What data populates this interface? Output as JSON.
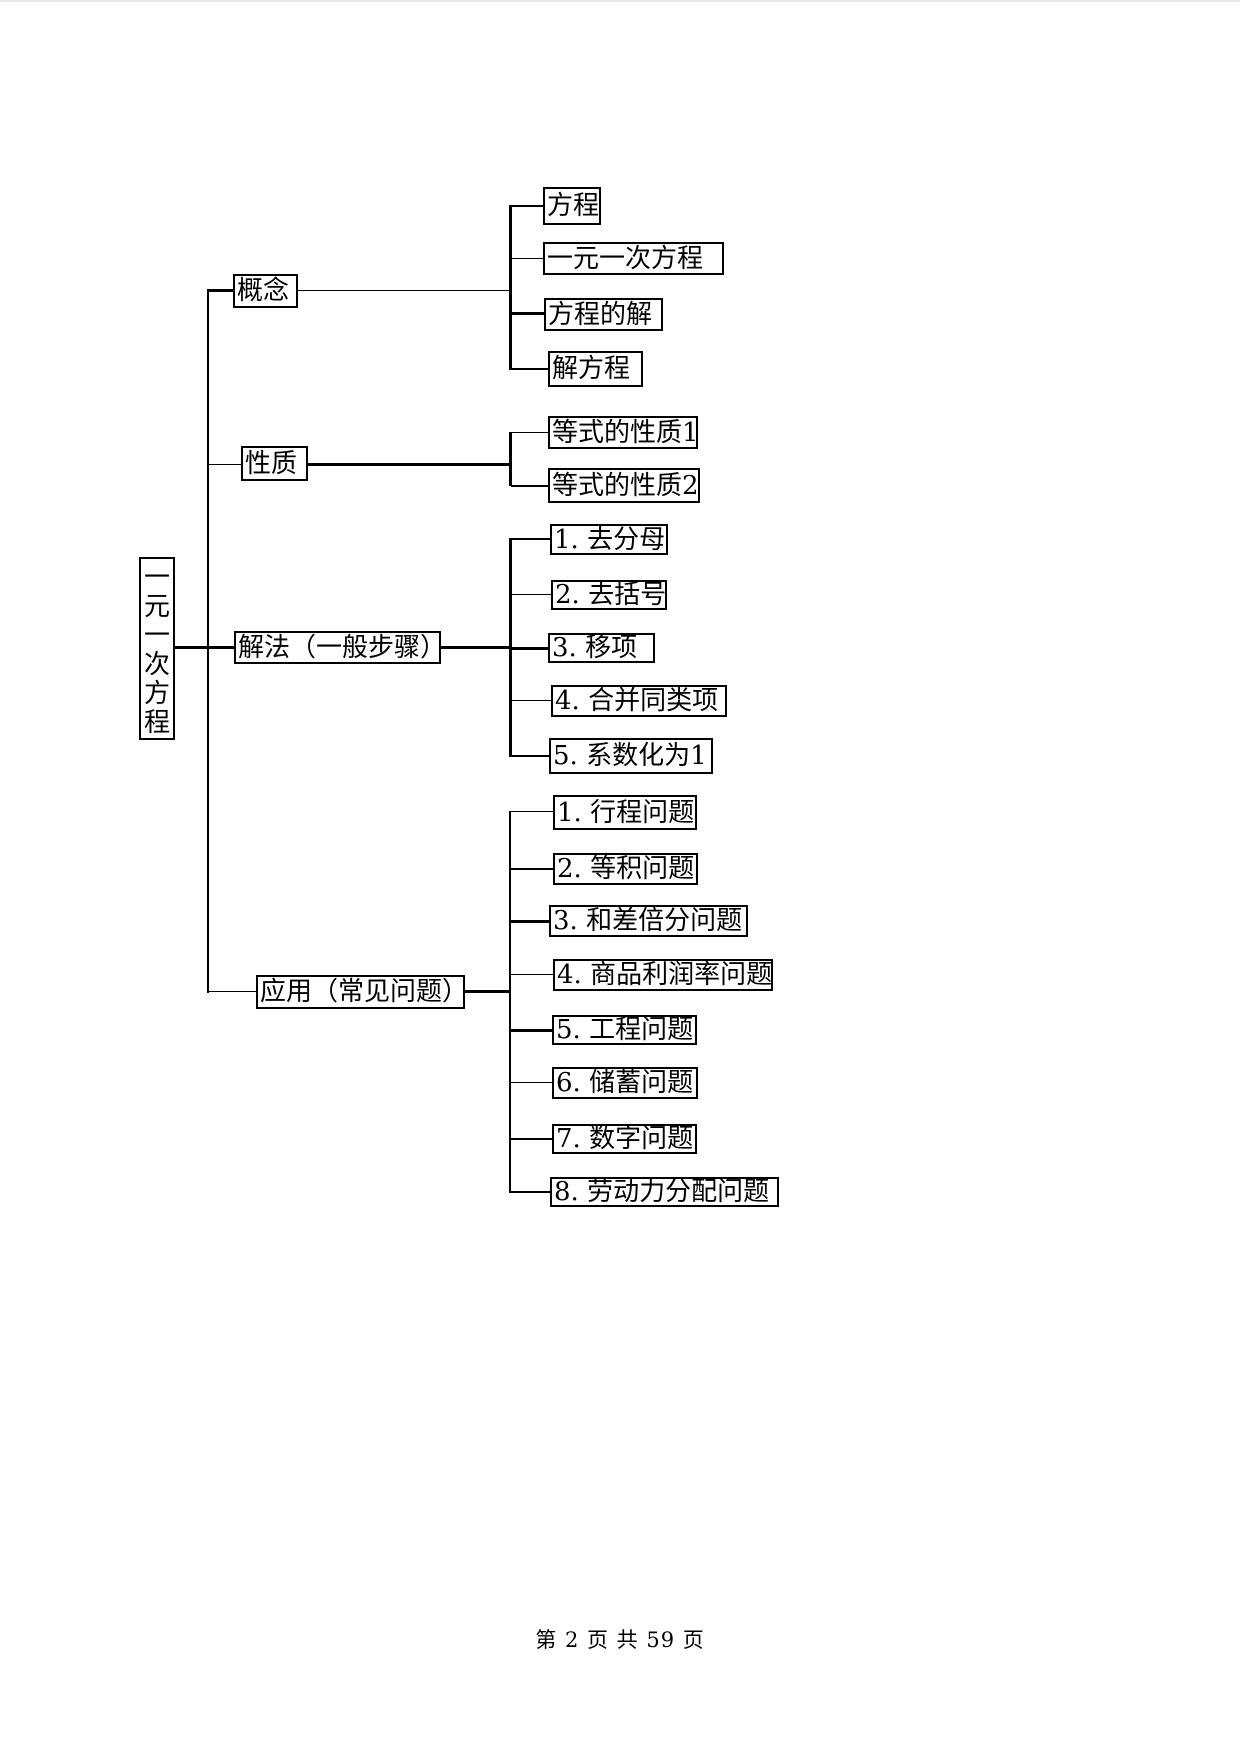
{
  "page": {
    "footer": "第 2 页 共 59 页"
  },
  "tree": {
    "root": {
      "label": "一元一次方程"
    },
    "branches": [
      {
        "label": "概念",
        "children": [
          {
            "label": "方程"
          },
          {
            "label": "一元一次方程"
          },
          {
            "label": "方程的解"
          },
          {
            "label": "解方程"
          }
        ]
      },
      {
        "label": "性质",
        "children": [
          {
            "label": "等式的性质1"
          },
          {
            "label": "等式的性质2"
          }
        ]
      },
      {
        "label": "解法（一般步骤）",
        "children": [
          {
            "label": "1. 去分母"
          },
          {
            "label": "2. 去括号"
          },
          {
            "label": "3. 移项"
          },
          {
            "label": "4. 合并同类项"
          },
          {
            "label": "5. 系数化为1"
          }
        ]
      },
      {
        "label": "应用（常见问题）",
        "children": [
          {
            "label": "1. 行程问题"
          },
          {
            "label": "2. 等积问题"
          },
          {
            "label": "3. 和差倍分问题"
          },
          {
            "label": "4. 商品利润率问题"
          },
          {
            "label": "5. 工程问题"
          },
          {
            "label": "6. 储蓄问题"
          },
          {
            "label": "7. 数字问题"
          },
          {
            "label": "8. 劳动力分配问题"
          }
        ]
      }
    ]
  }
}
